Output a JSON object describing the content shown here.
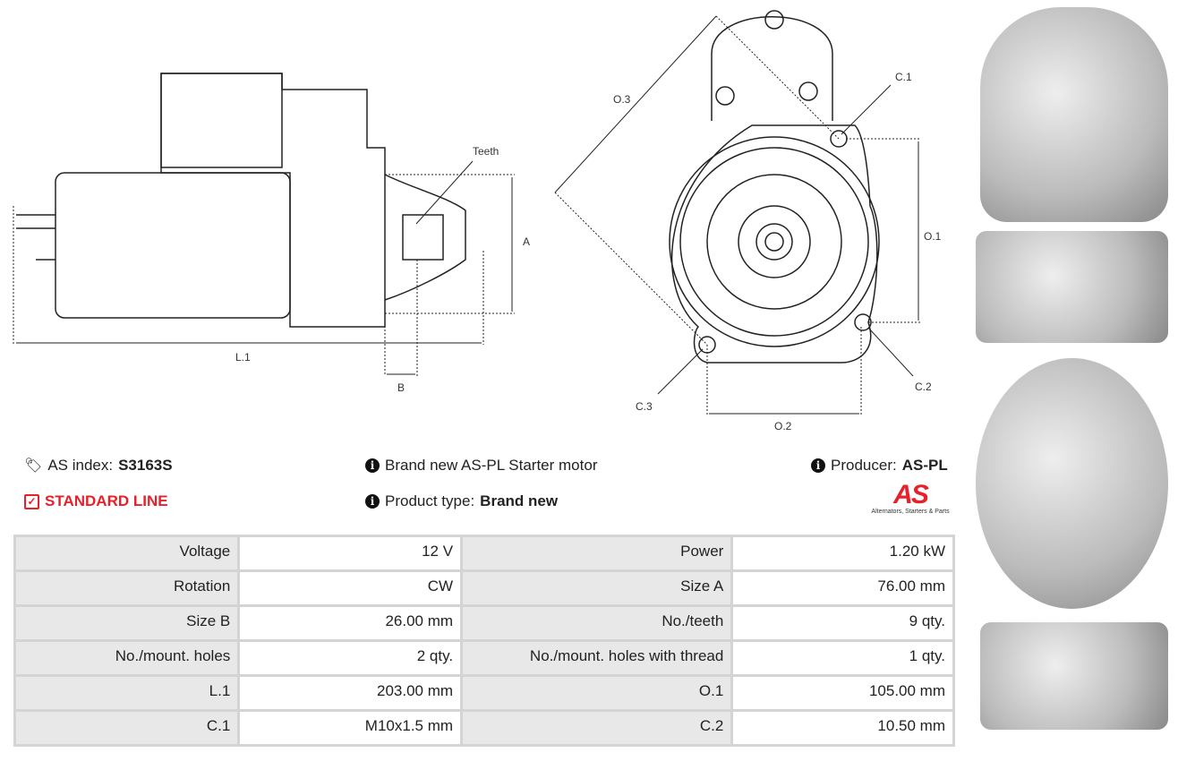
{
  "diagram": {
    "labels": {
      "teeth": "Teeth",
      "a": "A",
      "b": "B",
      "l1": "L.1",
      "o1": "O.1",
      "o2": "O.2",
      "o3": "O.3",
      "c1": "C.1",
      "c2": "C.2",
      "c3": "C.3"
    }
  },
  "info": {
    "as_index_label": "AS index:",
    "as_index_value": "S3163S",
    "line": "STANDARD LINE",
    "description": "Brand new AS-PL Starter motor",
    "product_type_label": "Product type:",
    "product_type_value": "Brand new",
    "producer_label": "Producer:",
    "producer_value": "AS-PL",
    "logo_text": "AS",
    "logo_tagline": "Alternators, Starters & Parts"
  },
  "specs": [
    [
      "Voltage",
      "12 V",
      "Power",
      "1.20 kW"
    ],
    [
      "Rotation",
      "CW",
      "Size A",
      "76.00 mm"
    ],
    [
      "Size B",
      "26.00 mm",
      "No./teeth",
      "9 qty."
    ],
    [
      "No./mount. holes",
      "2 qty.",
      "No./mount. holes with thread",
      "1 qty."
    ],
    [
      "L.1",
      "203.00 mm",
      "O.1",
      "105.00 mm"
    ],
    [
      "C.1",
      "M10x1.5 mm",
      "C.2",
      "10.50 mm"
    ]
  ],
  "colors": {
    "accent": "#e8202a"
  }
}
